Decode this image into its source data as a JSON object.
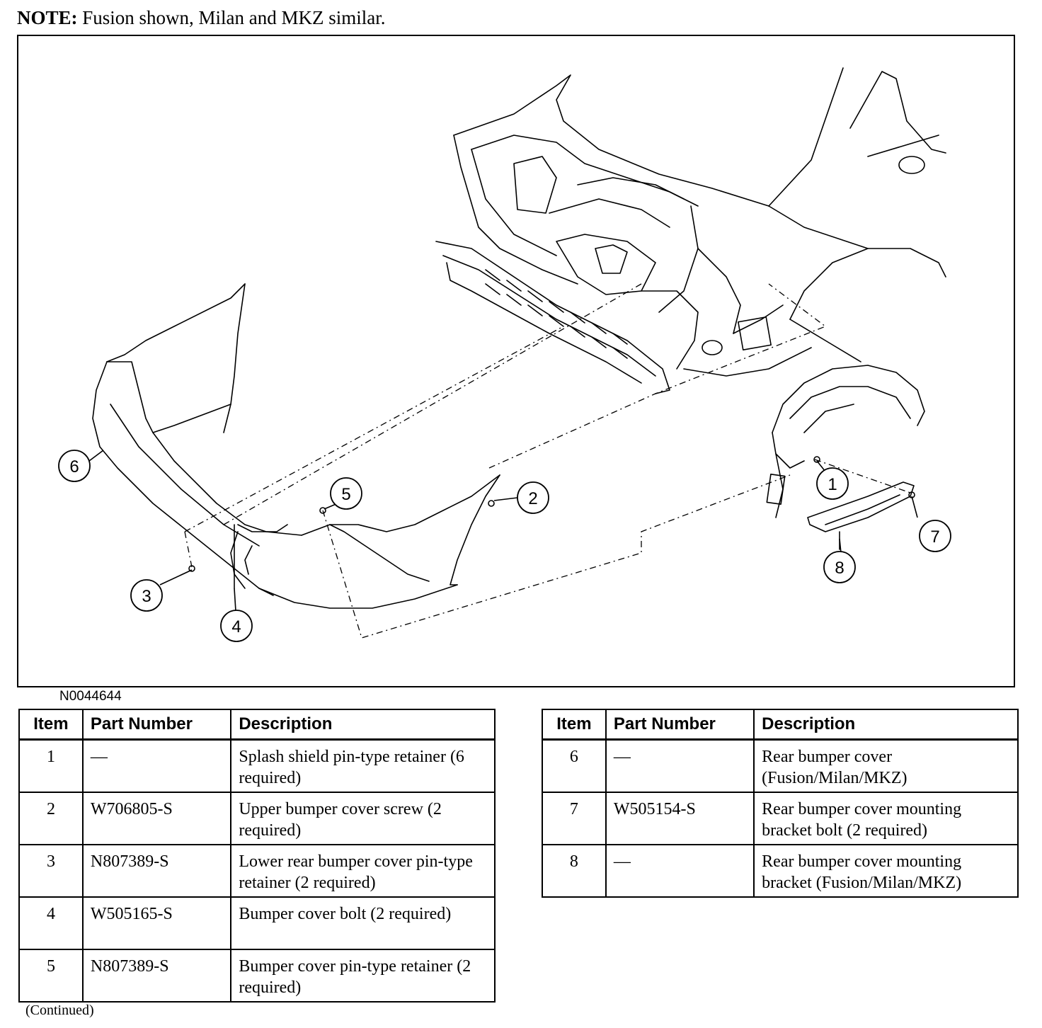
{
  "note": {
    "label": "NOTE:",
    "text": " Fusion shown, Milan and MKZ similar."
  },
  "figure": {
    "id": "N0044644",
    "callouts": [
      "1",
      "2",
      "3",
      "4",
      "5",
      "6",
      "7",
      "8"
    ]
  },
  "table_headers": {
    "item": "Item",
    "part_number": "Part Number",
    "description": "Description"
  },
  "table_left": [
    {
      "item": "1",
      "part": "—",
      "desc": "Splash shield pin-type retainer (6 required)"
    },
    {
      "item": "2",
      "part": "W706805-S",
      "desc": "Upper bumper cover screw (2 required)"
    },
    {
      "item": "3",
      "part": "N807389-S",
      "desc": "Lower rear bumper cover pin-type retainer (2 required)"
    },
    {
      "item": "4",
      "part": "W505165-S",
      "desc": "Bumper cover bolt (2 required)"
    },
    {
      "item": "5",
      "part": "N807389-S",
      "desc": "Bumper cover pin-type retainer (2 required)"
    }
  ],
  "table_right": [
    {
      "item": "6",
      "part": "—",
      "desc": "Rear bumper cover (Fusion/Milan/MKZ)"
    },
    {
      "item": "7",
      "part": "W505154-S",
      "desc": "Rear bumper cover mounting bracket bolt (2 required)"
    },
    {
      "item": "8",
      "part": "—",
      "desc": "Rear bumper cover mounting bracket (Fusion/Milan/MKZ)"
    }
  ],
  "continued": "(Continued)"
}
